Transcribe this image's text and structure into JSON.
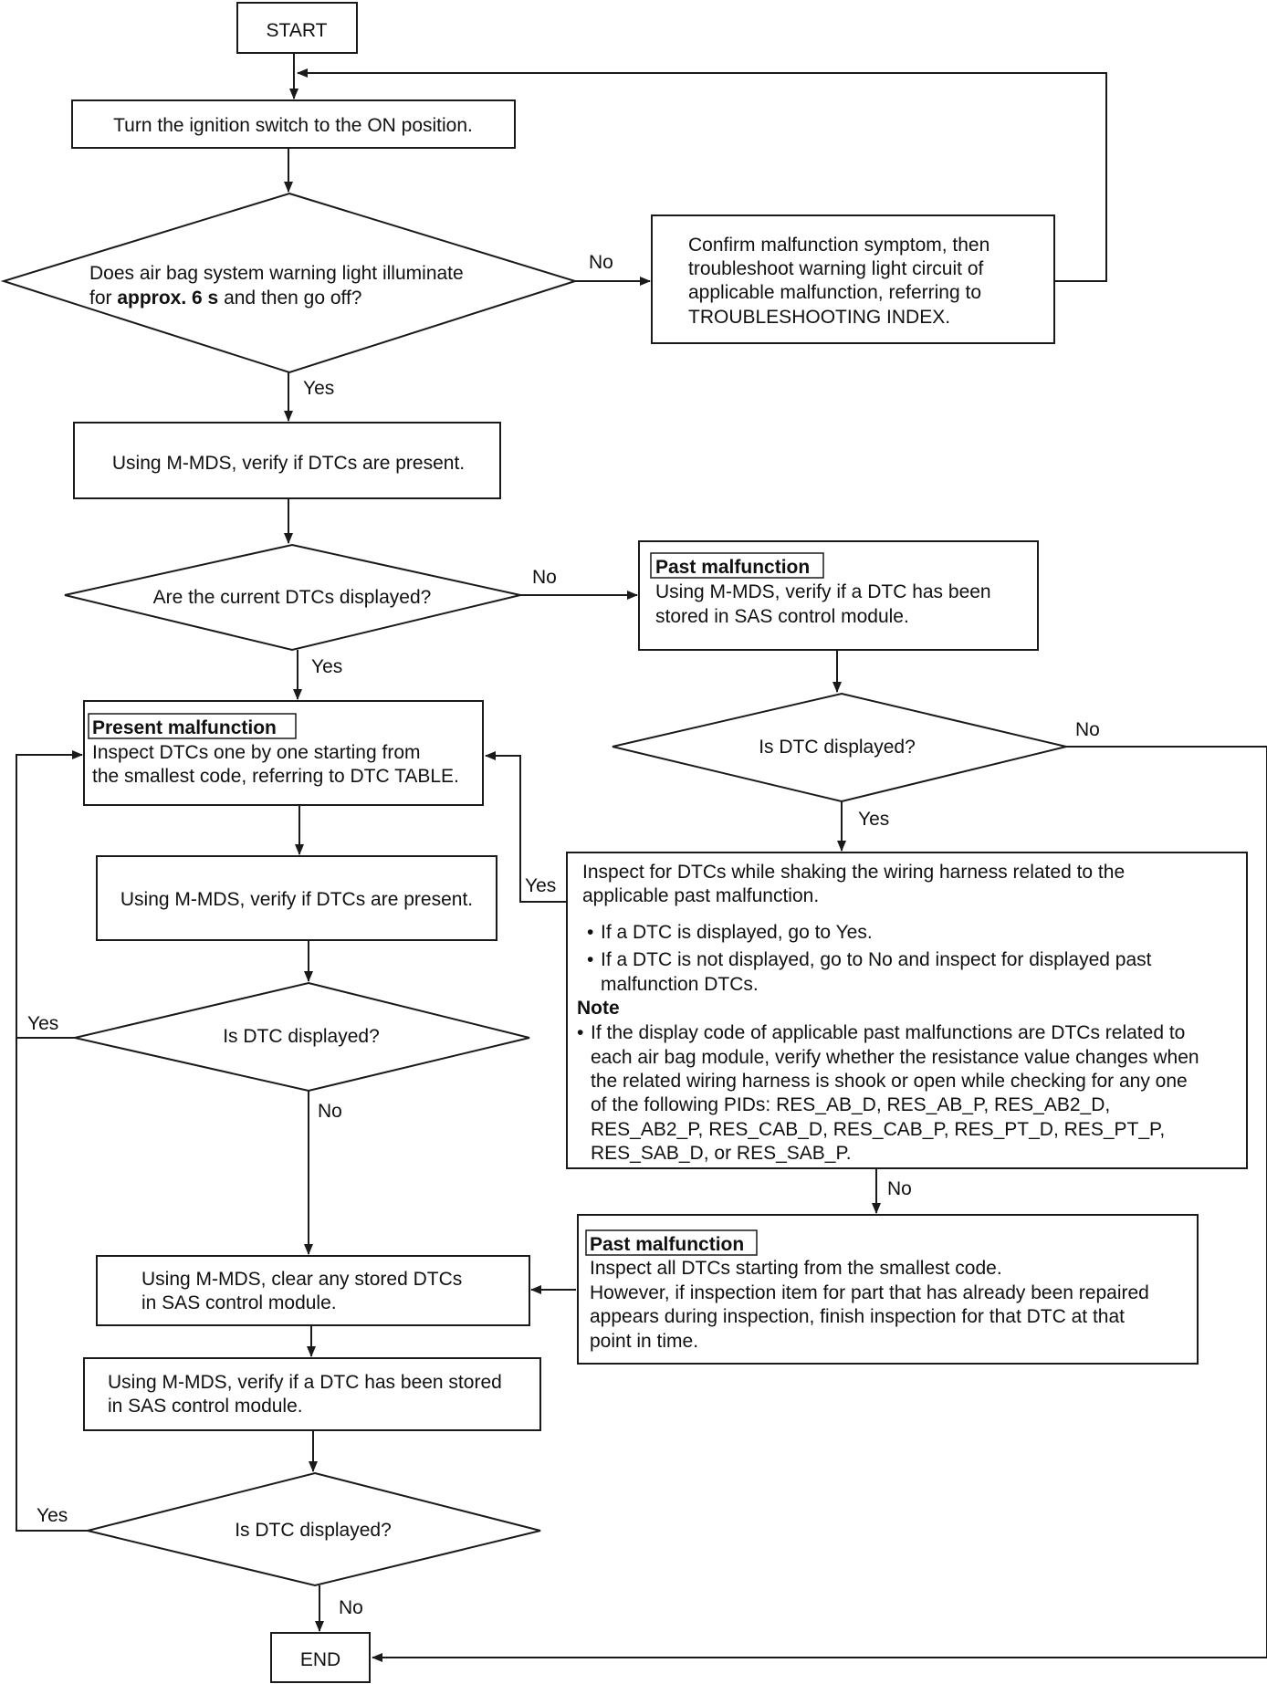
{
  "nodes": {
    "start": "START",
    "ignition": "Turn the ignition switch to the ON position.",
    "q_warning_light": {
      "line1": "Does air bag system warning light illuminate",
      "line2_pre": "for ",
      "line2_bold": "approx. 6 s",
      "line2_post": " and then go off?"
    },
    "confirm_symptom": [
      "Confirm malfunction symptom, then",
      "troubleshoot warning light circuit of",
      "applicable malfunction, referring to",
      "TROUBLESHOOTING INDEX."
    ],
    "verify_dtc_1": "Using M-MDS, verify if DTCs are present.",
    "q_current_dtc": "Are the current DTCs displayed?",
    "past_malfunction_1": {
      "tag": "Past malfunction",
      "lines": [
        "Using M-MDS, verify if a DTC has been",
        "stored in SAS control module."
      ]
    },
    "present_malfunction": {
      "tag": "Present malfunction",
      "lines": [
        "Inspect DTCs one by one starting from",
        "the smallest code, referring to DTC TABLE."
      ]
    },
    "q_dtc_right": "Is DTC displayed?",
    "verify_dtc_2": "Using M-MDS, verify if DTCs are present.",
    "shake_inspect": {
      "lines": [
        "Inspect for DTCs while shaking the wiring harness related to the",
        "applicable past malfunction."
      ],
      "bullets": [
        "If a DTC is displayed, go to Yes.",
        "If a DTC is not displayed, go to No and inspect for displayed past",
        "malfunction DTCs."
      ],
      "note_title": "Note",
      "note_lines": [
        "If the display code of applicable past malfunctions are DTCs related to",
        "each air bag module, verify whether the resistance value changes when",
        "the related wiring harness is shook or open while checking for any one",
        "of the following PIDs: RES_AB_D, RES_AB_P, RES_AB2_D,",
        "RES_AB2_P, RES_CAB_D, RES_CAB_P, RES_PT_D, RES_PT_P,",
        "RES_SAB_D, or RES_SAB_P."
      ]
    },
    "q_dtc_left": "Is DTC displayed?",
    "past_malfunction_2": {
      "tag": "Past malfunction",
      "lines": [
        "Inspect all DTCs starting from the smallest code.",
        "However, if inspection item for part that has already been repaired",
        "appears during inspection, finish inspection for that DTC at that",
        "point in time."
      ]
    },
    "clear_dtc": [
      "Using M-MDS, clear any stored DTCs",
      "in SAS control module."
    ],
    "verify_stored": [
      "Using M-MDS, verify if a DTC has been stored",
      "in SAS control module."
    ],
    "q_dtc_bottom": "Is DTC displayed?",
    "end": "END"
  },
  "labels": {
    "no_warning": "No",
    "yes_warning": "Yes",
    "no_current": "No",
    "yes_current": "Yes",
    "no_right": "No",
    "yes_right": "Yes",
    "yes_shake": "Yes",
    "no_shake": "No",
    "yes_left": "Yes",
    "no_left": "No",
    "yes_bottom": "Yes",
    "no_bottom": "No"
  }
}
